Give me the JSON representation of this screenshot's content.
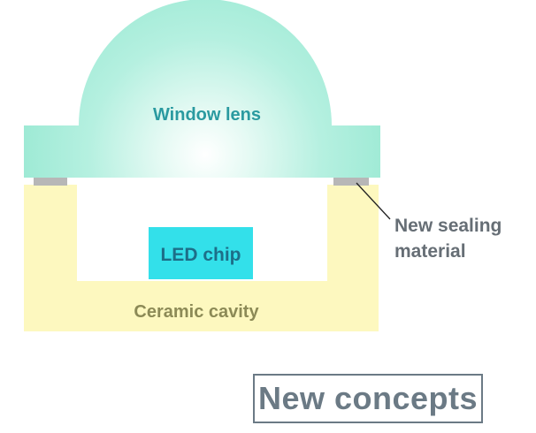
{
  "labels": {
    "window_lens": "Window lens",
    "led_chip": "LED chip",
    "ceramic_cavity": "Ceramic cavity",
    "sealing_line1": "New sealing",
    "sealing_line2": "material"
  },
  "badge": {
    "text": "New concepts"
  },
  "colors": {
    "lens_center": "#ffffff",
    "lens_edge": "#a3ecd8",
    "lens_text": "#2a9aa0",
    "led_chip": "#33e0ea",
    "led_text": "#1d6e88",
    "ceramic": "#fdf8bf",
    "ceramic_text": "#8c8a56",
    "sealing": "#b7b7b7",
    "callout_text": "#666e75",
    "badge_text": "#6b7a85"
  }
}
